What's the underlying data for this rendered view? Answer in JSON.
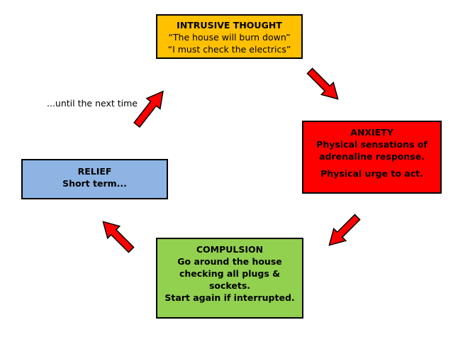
{
  "intrusive": {
    "title": "INTRUSIVE THOUGHT",
    "line1": "“The house will burn down”",
    "line2": "“I must check the electrics”"
  },
  "anxiety": {
    "title": "ANXIETY",
    "line1": "Physical sensations of",
    "line2": "adrenaline response.",
    "line3": "Physical urge to act."
  },
  "compulsion": {
    "title": "COMPULSION",
    "line1": "Go around the house",
    "line2": "checking all plugs &",
    "line3": "sockets.",
    "line4": "Start again if interrupted."
  },
  "relief": {
    "title": "RELIEF",
    "line1": "Short term..."
  },
  "note": "...until the next time",
  "colors": {
    "intrusive": "#ffc000",
    "anxiety": "#ff0000",
    "compulsion": "#92d050",
    "relief": "#8eb4e3",
    "arrow": "#ff0000"
  }
}
